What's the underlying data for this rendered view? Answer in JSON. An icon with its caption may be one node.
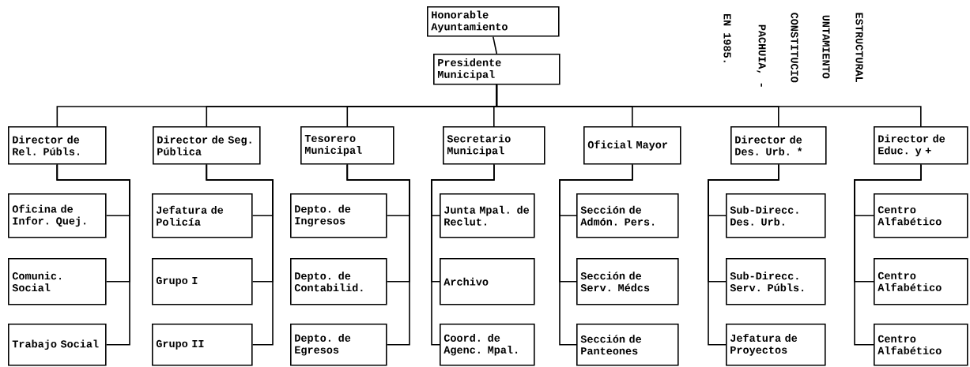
{
  "diagram": {
    "nodes": [
      {
        "text": [
          "Honorable Ayuntamiento"
        ]
      },
      {
        "text": [
          "Presidente Municipal"
        ]
      },
      {
        "text": [
          "Director de Rel. Públs."
        ]
      },
      {
        "text": [
          "Director de Seg. Pública"
        ]
      },
      {
        "text": [
          "Tesorero Municipal"
        ]
      },
      {
        "text": [
          "Secretario Municipal"
        ]
      },
      {
        "text": [
          "Oficial Mayor"
        ]
      },
      {
        "text": [
          "Director de Des. Urb. *"
        ]
      },
      {
        "text": [
          "Director de Educ. y +"
        ]
      },
      {
        "text": [
          "Oficina de Infor. Quej."
        ]
      },
      {
        "text": [
          "Jefatura de Policía"
        ]
      },
      {
        "text": [
          "Depto. de Ingresos"
        ]
      },
      {
        "text": [
          "Junta Mpal. de Reclut."
        ]
      },
      {
        "text": [
          "Sección de Admón. Pers."
        ]
      },
      {
        "text": [
          "Sub-Direcc. Des. Urb."
        ]
      },
      {
        "text": [
          "Centro Alfabético"
        ]
      },
      {
        "text": [
          "Comunic. Social"
        ]
      },
      {
        "text": [
          "Grupo I"
        ]
      },
      {
        "text": [
          "Depto. de Contabilid."
        ]
      },
      {
        "text": [
          "Archivo"
        ]
      },
      {
        "text": [
          "Sección de Serv. Médcs"
        ]
      },
      {
        "text": [
          "Sub-Direcc. Serv. Públs."
        ]
      },
      {
        "text": [
          "Centro Alfabético"
        ]
      },
      {
        "text": [
          "Trabajo Social"
        ]
      },
      {
        "text": [
          "Grupo II"
        ]
      },
      {
        "text": [
          "Depto. de Egresos"
        ]
      },
      {
        "text": [
          "Coord. de Agenc. Mpal."
        ]
      },
      {
        "text": [
          "Sección de Panteones"
        ]
      },
      {
        "text": [
          "Jefatura de Proyectos"
        ]
      },
      {
        "text": [
          "Centro Alfabético"
        ]
      }
    ],
    "edges": [
      {
        "from": 0,
        "to": 1,
        "arrow": "none"
      },
      {
        "from": 1,
        "to": 2,
        "arrow": "none"
      },
      {
        "from": 1,
        "to": 3,
        "arrow": "none"
      },
      {
        "from": 1,
        "to": 4,
        "arrow": "none"
      },
      {
        "from": 1,
        "to": 5,
        "arrow": "none"
      },
      {
        "from": 1,
        "to": 6,
        "arrow": "none"
      },
      {
        "from": 1,
        "to": 7,
        "arrow": "none"
      },
      {
        "from": 1,
        "to": 8,
        "arrow": "none"
      },
      {
        "from": 2,
        "to": 9,
        "arrow": "none"
      },
      {
        "from": 2,
        "to": 16,
        "arrow": "none"
      },
      {
        "from": 2,
        "to": 23,
        "arrow": "none"
      },
      {
        "from": 3,
        "to": 10,
        "arrow": "none"
      },
      {
        "from": 3,
        "to": 17,
        "arrow": "none"
      },
      {
        "from": 3,
        "to": 24,
        "arrow": "none"
      },
      {
        "from": 4,
        "to": 11,
        "arrow": "none"
      },
      {
        "from": 4,
        "to": 18,
        "arrow": "none"
      },
      {
        "from": 4,
        "to": 25,
        "arrow": "none"
      },
      {
        "from": 5,
        "to": 12,
        "arrow": "none"
      },
      {
        "from": 5,
        "to": 19,
        "arrow": "none"
      },
      {
        "from": 5,
        "to": 26,
        "arrow": "none"
      },
      {
        "from": 6,
        "to": 13,
        "arrow": "none"
      },
      {
        "from": 6,
        "to": 20,
        "arrow": "none"
      },
      {
        "from": 6,
        "to": 27,
        "arrow": "none"
      },
      {
        "from": 7,
        "to": 14,
        "arrow": "none"
      },
      {
        "from": 7,
        "to": 21,
        "arrow": "none"
      },
      {
        "from": 7,
        "to": 28,
        "arrow": "none"
      },
      {
        "from": 8,
        "to": 15,
        "arrow": "none"
      },
      {
        "from": 8,
        "to": 22,
        "arrow": "none"
      },
      {
        "from": 8,
        "to": 29,
        "arrow": "none"
      }
    ],
    "labels": [
      "ESTRUCTURAL",
      "UNTAMIENTO",
      "CONSTITUCIO",
      "PACHUIA, -",
      "EN 1985."
    ]
  }
}
